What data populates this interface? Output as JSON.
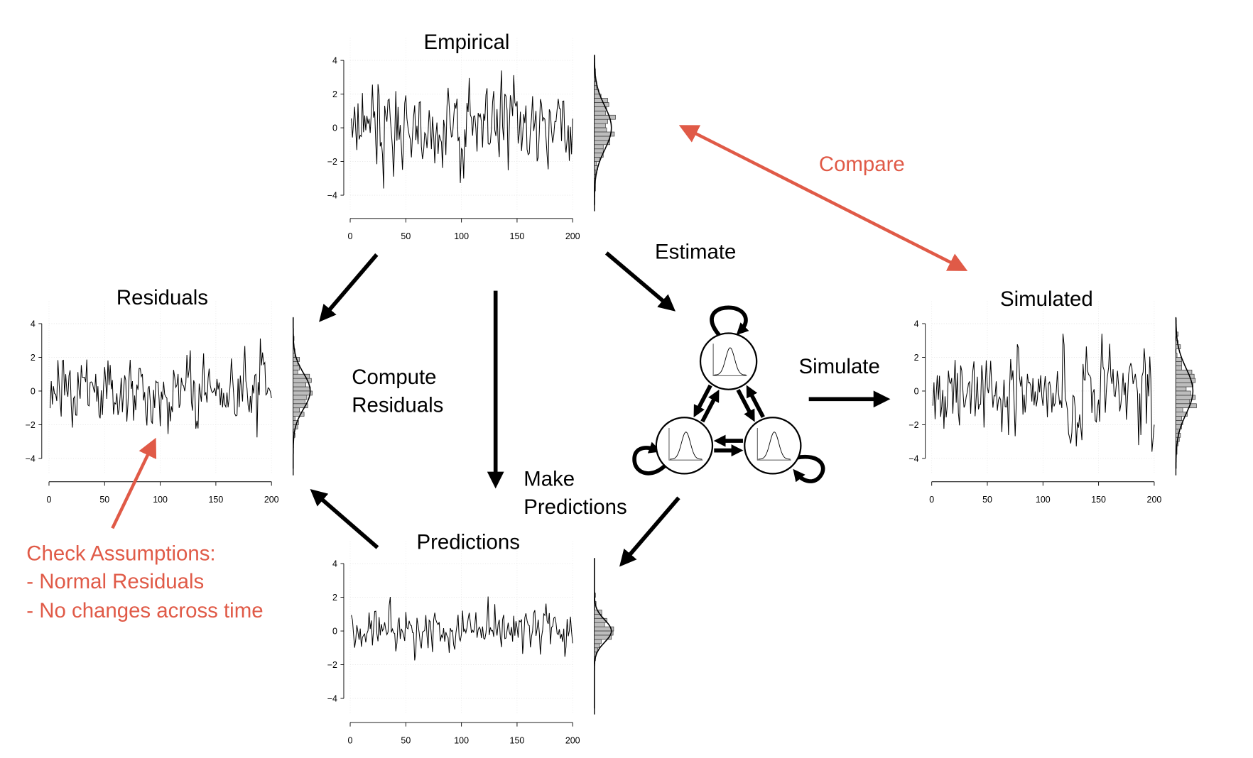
{
  "colors": {
    "accent_red": "#e05a47",
    "ink": "#000000",
    "bar_fill": "#bdbdbd"
  },
  "labels": {
    "estimate": "Estimate",
    "compute_1": "Compute",
    "compute_2": "Residuals",
    "simulate": "Simulate",
    "make_1": "Make",
    "make_2": "Predictions",
    "compare": "Compare",
    "check_1": "Check Assumptions:",
    "check_2": "- Normal Residuals",
    "check_3": "- No changes across time"
  },
  "chart_data": [
    {
      "id": "empirical",
      "type": "line",
      "title": "Empirical",
      "x_ticks": [
        "0",
        "50",
        "100",
        "150",
        "200"
      ],
      "y_ticks": [
        "4",
        "2",
        "0",
        "−2",
        "−4"
      ],
      "xlim": [
        0,
        200
      ],
      "ylim": [
        -4,
        4
      ],
      "n_points": 200,
      "approx_sd": 1.25,
      "marginal_histogram": true
    },
    {
      "id": "residuals",
      "type": "line",
      "title": "Residuals",
      "x_ticks": [
        "0",
        "50",
        "100",
        "150",
        "200"
      ],
      "y_ticks": [
        "4",
        "2",
        "0",
        "−2",
        "−4"
      ],
      "xlim": [
        0,
        200
      ],
      "ylim": [
        -4,
        4
      ],
      "n_points": 200,
      "approx_sd": 1.0,
      "marginal_histogram": true
    },
    {
      "id": "simulated",
      "type": "line",
      "title": "Simulated",
      "x_ticks": [
        "0",
        "50",
        "100",
        "150",
        "200"
      ],
      "y_ticks": [
        "4",
        "2",
        "0",
        "−2",
        "−4"
      ],
      "xlim": [
        0,
        200
      ],
      "ylim": [
        -4,
        4
      ],
      "n_points": 200,
      "approx_sd": 1.25,
      "marginal_histogram": true
    },
    {
      "id": "predictions",
      "type": "line",
      "title": "Predictions",
      "x_ticks": [
        "0",
        "50",
        "100",
        "150",
        "200"
      ],
      "y_ticks": [
        "4",
        "2",
        "0",
        "−2",
        "−4"
      ],
      "xlim": [
        0,
        200
      ],
      "ylim": [
        -4,
        4
      ],
      "n_points": 200,
      "approx_sd": 0.65,
      "marginal_histogram": true
    }
  ]
}
